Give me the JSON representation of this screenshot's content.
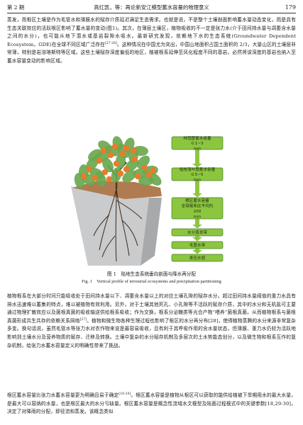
{
  "header": {
    "issue": "第 2 期",
    "running_title": "高红凯，等：再论新安江模型蓄水容量的物理意义",
    "page_number": "179"
  },
  "paragraphs": [
    {
      "text": "蒸发，而根区土壤是作为毛管水和薄膜水的赋存介质延迟满足生态需求。也就是说，不是整个土壤剖面影响蓄水量动态变化，而是具有生态关联效应的活跃根区影响了蓄水量的变动(图1)。其次，在薄层土壤区，植物吸收的不一定是张力水(介于田间持水量与凋萎含水量之间的水分)，也可能从地下潜水或基岩裂隙水吸水。最新研究发现，依赖地下水的生态系统(Groundwater Dependent Ecosystem，GDE)在全球不同区域广泛存在",
      "sup": "[27-28]",
      "tail": "。这种情况在中国尤为突出，中国山地面积占国土面积的 2/3，大量山区的土壤层非常薄，特别是岩溶喀斯特等区域。这些土壤赋存深度偏低的地区，植被根系延伸至风化程度不同的基岩，必然将该深度的基岩也纳入至蓄水容量变动的影响区域。"
    },
    {
      "text": "植物根系在大部分时间只能吸收处于田间持水量以下、凋萎含水量以上的对应土壤孔隙的赋存水分。超过田间持水量阈值的重力水具有排水迅速难以蓄集的特点，难以被植物有效利用。另外，对于土壤其他死孔、小孔隙等不活跃的赋存介质，其中的水分和无机盐可主要通过物理扩散效应以及菌根真菌的吸收输送供给根系吸收；作为交换，根系分泌糖类等光合产物“喂养”菌根真菌。从而植物根系与菌根真菌形成共生共存的依赖关系网络",
      "sup": "[27]",
      "tail": "。植物和微生物各种生理过程也影响了根区的水分再分布[28]，使得植物蒸腾的水分来源非常复杂多变。换句话说，虽然毛管水等张力水对农作物来说是最容易吸收，且有利于其呼吸作用的含水量状态，但薄膜、重力水仍较为活跃地影响到土壤水分及营养物质的赋存、迁移及转换。土壤中复杂的水分赋存机制及多层次的土水势能态划分，以及微生物和根系互作的复杂机制，给张力水蓄水容量定义的明确性带来了挑战。"
    },
    {
      "text": "根区蓄水容量比张力水蓄水容量更为明确且易于确定",
      "sup": "[18-20]",
      "tail": "。根区蓄水容量是植物从根区可以获取的能供给植被下旱期用水的最大水量，是最大可以容纳的水量，也是根区最大的水分亏缺量。根区蓄水容量是概念性流域水文模型及陆面过程模式中的关键参数[18,29-30]，决定了对降雨的分配，即径流和蒸发。该概念类似"
    }
  ],
  "figure": {
    "stages": [
      "林冠层蓄水容量 0.1~3 mm",
      "枯枝落叶层蓄水容量 0.5~5 mm",
      "根区蓄水容量 全球根系区平均约 200 mm",
      "水分蒸发带",
      "毛管水带",
      "承压水层"
    ],
    "caption_zh": "图 1　陆地生态系统垂向剖面与降水再分配",
    "caption_en": "Fig. 1　Vertical profile of terrestrial ecosystems and precipitation partitioning",
    "colors": {
      "label_fill": "#8cc63f",
      "label_border": "#4a7d2a",
      "soil": "#b07b4f",
      "pot_left": "#c9cbcd",
      "pot_right": "#a7a9ab",
      "leaf": "#6aa84f",
      "flower": "#e87b2c",
      "arrow": "#8cc63f"
    }
  }
}
